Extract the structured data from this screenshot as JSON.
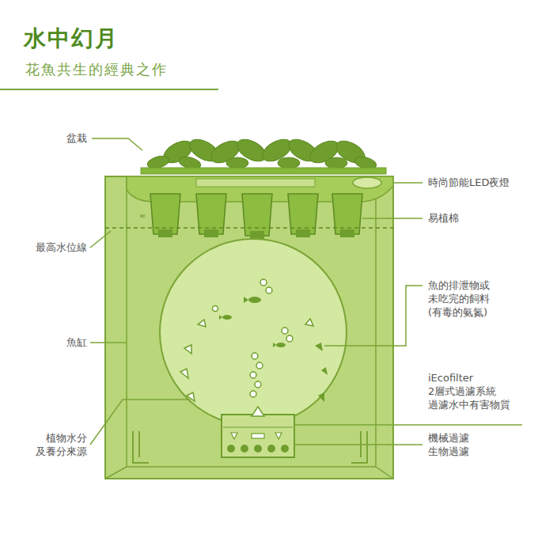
{
  "diagram": {
    "title": "水中幻月",
    "caption": "花魚共生的經典之作",
    "labels": [
      "盆栽",
      "時尚節能LED夜燈",
      "易植棉",
      "最高水位線",
      "魚的排泄物或 未吃完的飼料 (有毒的氨氮)",
      "魚缸",
      "iEcofilter 2層式過濾系統 過濾水中有害物質",
      "植物水分 及養分來源",
      "機械過濾 生物過濾"
    ]
  }
}
